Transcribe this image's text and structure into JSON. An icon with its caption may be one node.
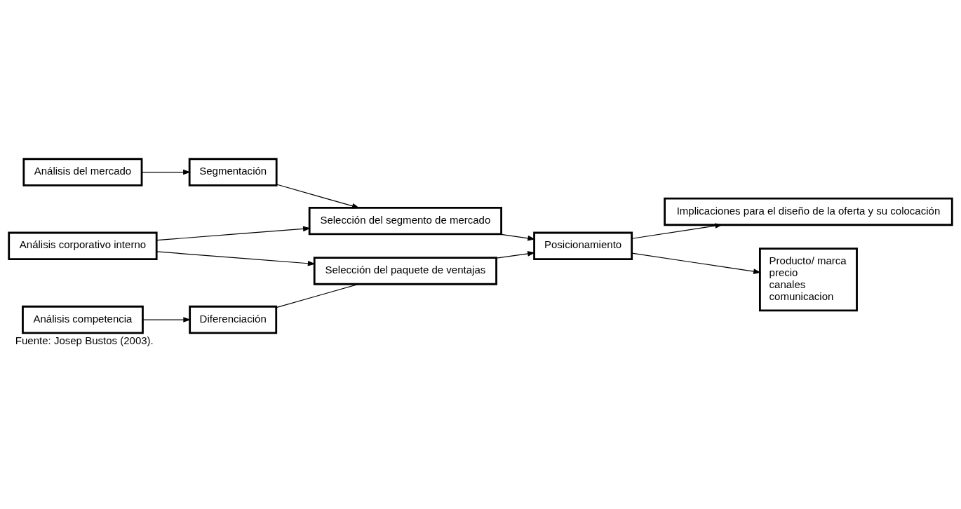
{
  "diagram": {
    "caption": "Fuente: Josep Bustos (2003).",
    "nodes": [
      {
        "text": [
          "Análisis del mercado"
        ]
      },
      {
        "text": [
          "Segmentación"
        ]
      },
      {
        "text": [
          "Selección del segmento de mercado"
        ]
      },
      {
        "text": [
          "Implicaciones para el diseño de la oferta y su colocación"
        ]
      },
      {
        "text": [
          "Análisis corporativo interno"
        ]
      },
      {
        "text": [
          "Posicionamiento"
        ]
      },
      {
        "text": [
          "Análisis competencia"
        ]
      },
      {
        "text": [
          "Diferenciación"
        ]
      },
      {
        "text": [
          "Selección del paquete de ventajas"
        ]
      },
      {
        "text": [
          "Producto/ marca",
          "precio",
          "canales",
          "comunicacion"
        ]
      }
    ],
    "edges": [
      {
        "from": 0,
        "to": 1,
        "arrow": "to"
      },
      {
        "from": 1,
        "to": 2,
        "arrow": "to"
      },
      {
        "from": 4,
        "to": 2,
        "arrow": "to"
      },
      {
        "from": 2,
        "to": 5,
        "arrow": "to"
      },
      {
        "from": 4,
        "to": 8,
        "arrow": "to"
      },
      {
        "from": 6,
        "to": 7,
        "arrow": "to"
      },
      {
        "from": 7,
        "to": 8,
        "arrow": "none"
      },
      {
        "from": 8,
        "to": 5,
        "arrow": "to"
      },
      {
        "from": 5,
        "to": 3,
        "arrow": "to"
      },
      {
        "from": 5,
        "to": 9,
        "arrow": "to"
      }
    ]
  }
}
